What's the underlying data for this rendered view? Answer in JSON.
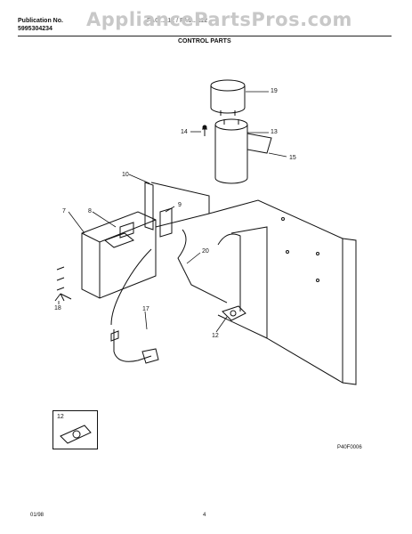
{
  "header": {
    "pub_label": "Publication No.",
    "pub_number": "5995304234",
    "model_line": "FAC...112 / FAC...112",
    "section_title": "CONTROL PARTS",
    "watermark": "AppliancePartsPros.com"
  },
  "callouts": [
    {
      "id": "c19",
      "label": "19"
    },
    {
      "id": "c14",
      "label": "14"
    },
    {
      "id": "c13",
      "label": "13"
    },
    {
      "id": "c15",
      "label": "15"
    },
    {
      "id": "c10",
      "label": "10"
    },
    {
      "id": "c7",
      "label": "7"
    },
    {
      "id": "c8",
      "label": "8"
    },
    {
      "id": "c9",
      "label": "9"
    },
    {
      "id": "c20",
      "label": "20"
    },
    {
      "id": "c18",
      "label": "18"
    },
    {
      "id": "c17",
      "label": "17"
    },
    {
      "id": "c12",
      "label": "12"
    }
  ],
  "inset": {
    "label": "12"
  },
  "drawing_code": "P40F0006",
  "footer": {
    "date": "01/98",
    "page": "4"
  }
}
